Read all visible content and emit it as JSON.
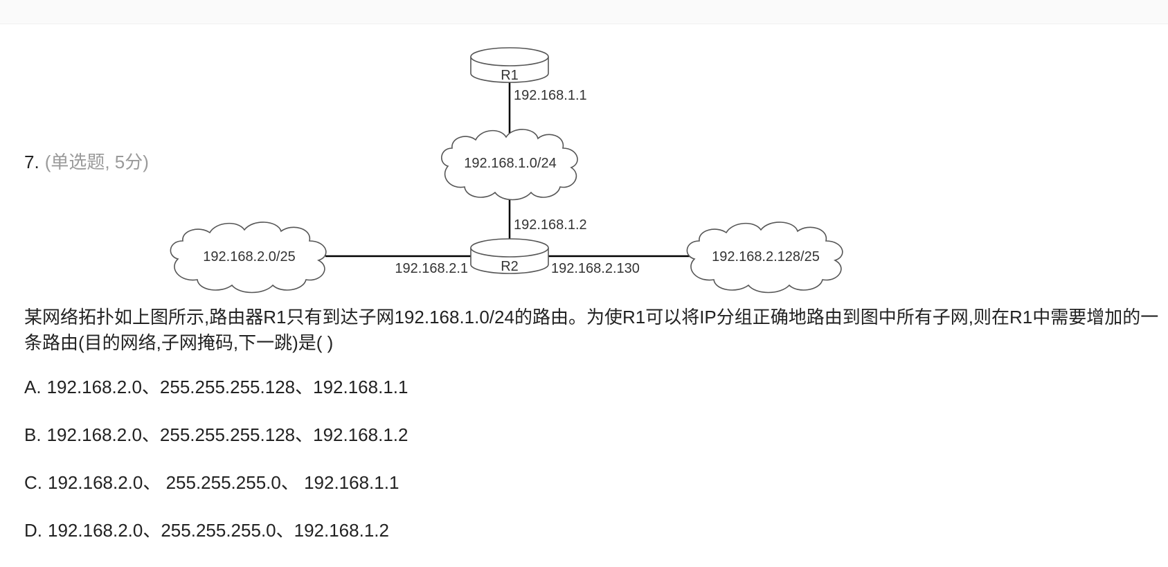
{
  "question": {
    "number": "7.",
    "meta": "(单选题, 5分)",
    "text": "某网络拓扑如上图所示,路由器R1只有到达子网192.168.1.0/24的路由。为使R1可以将IP分组正确地路由到图中所有子网,则在R1中需要增加的一条路由(目的网络,子网掩码,下一跳)是( )"
  },
  "diagram": {
    "r1_label": "R1",
    "r2_label": "R2",
    "r1_ip": "192.168.1.1",
    "r2_ip_top": "192.168.1.2",
    "r2_ip_left": "192.168.2.1",
    "r2_ip_right": "192.168.2.130",
    "cloud_top": "192.168.1.0/24",
    "cloud_left": "192.168.2.0/25",
    "cloud_right": "192.168.2.128/25"
  },
  "options": [
    {
      "letter": "A.",
      "text": "192.168.2.0、255.255.255.128、192.168.1.1"
    },
    {
      "letter": "B.",
      "text": "192.168.2.0、255.255.255.128、192.168.1.2"
    },
    {
      "letter": "C.",
      "text": "192.168.2.0、 255.255.255.0、 192.168.1.1"
    },
    {
      "letter": "D.",
      "text": "192.168.2.0、255.255.255.0、192.168.1.2"
    }
  ]
}
